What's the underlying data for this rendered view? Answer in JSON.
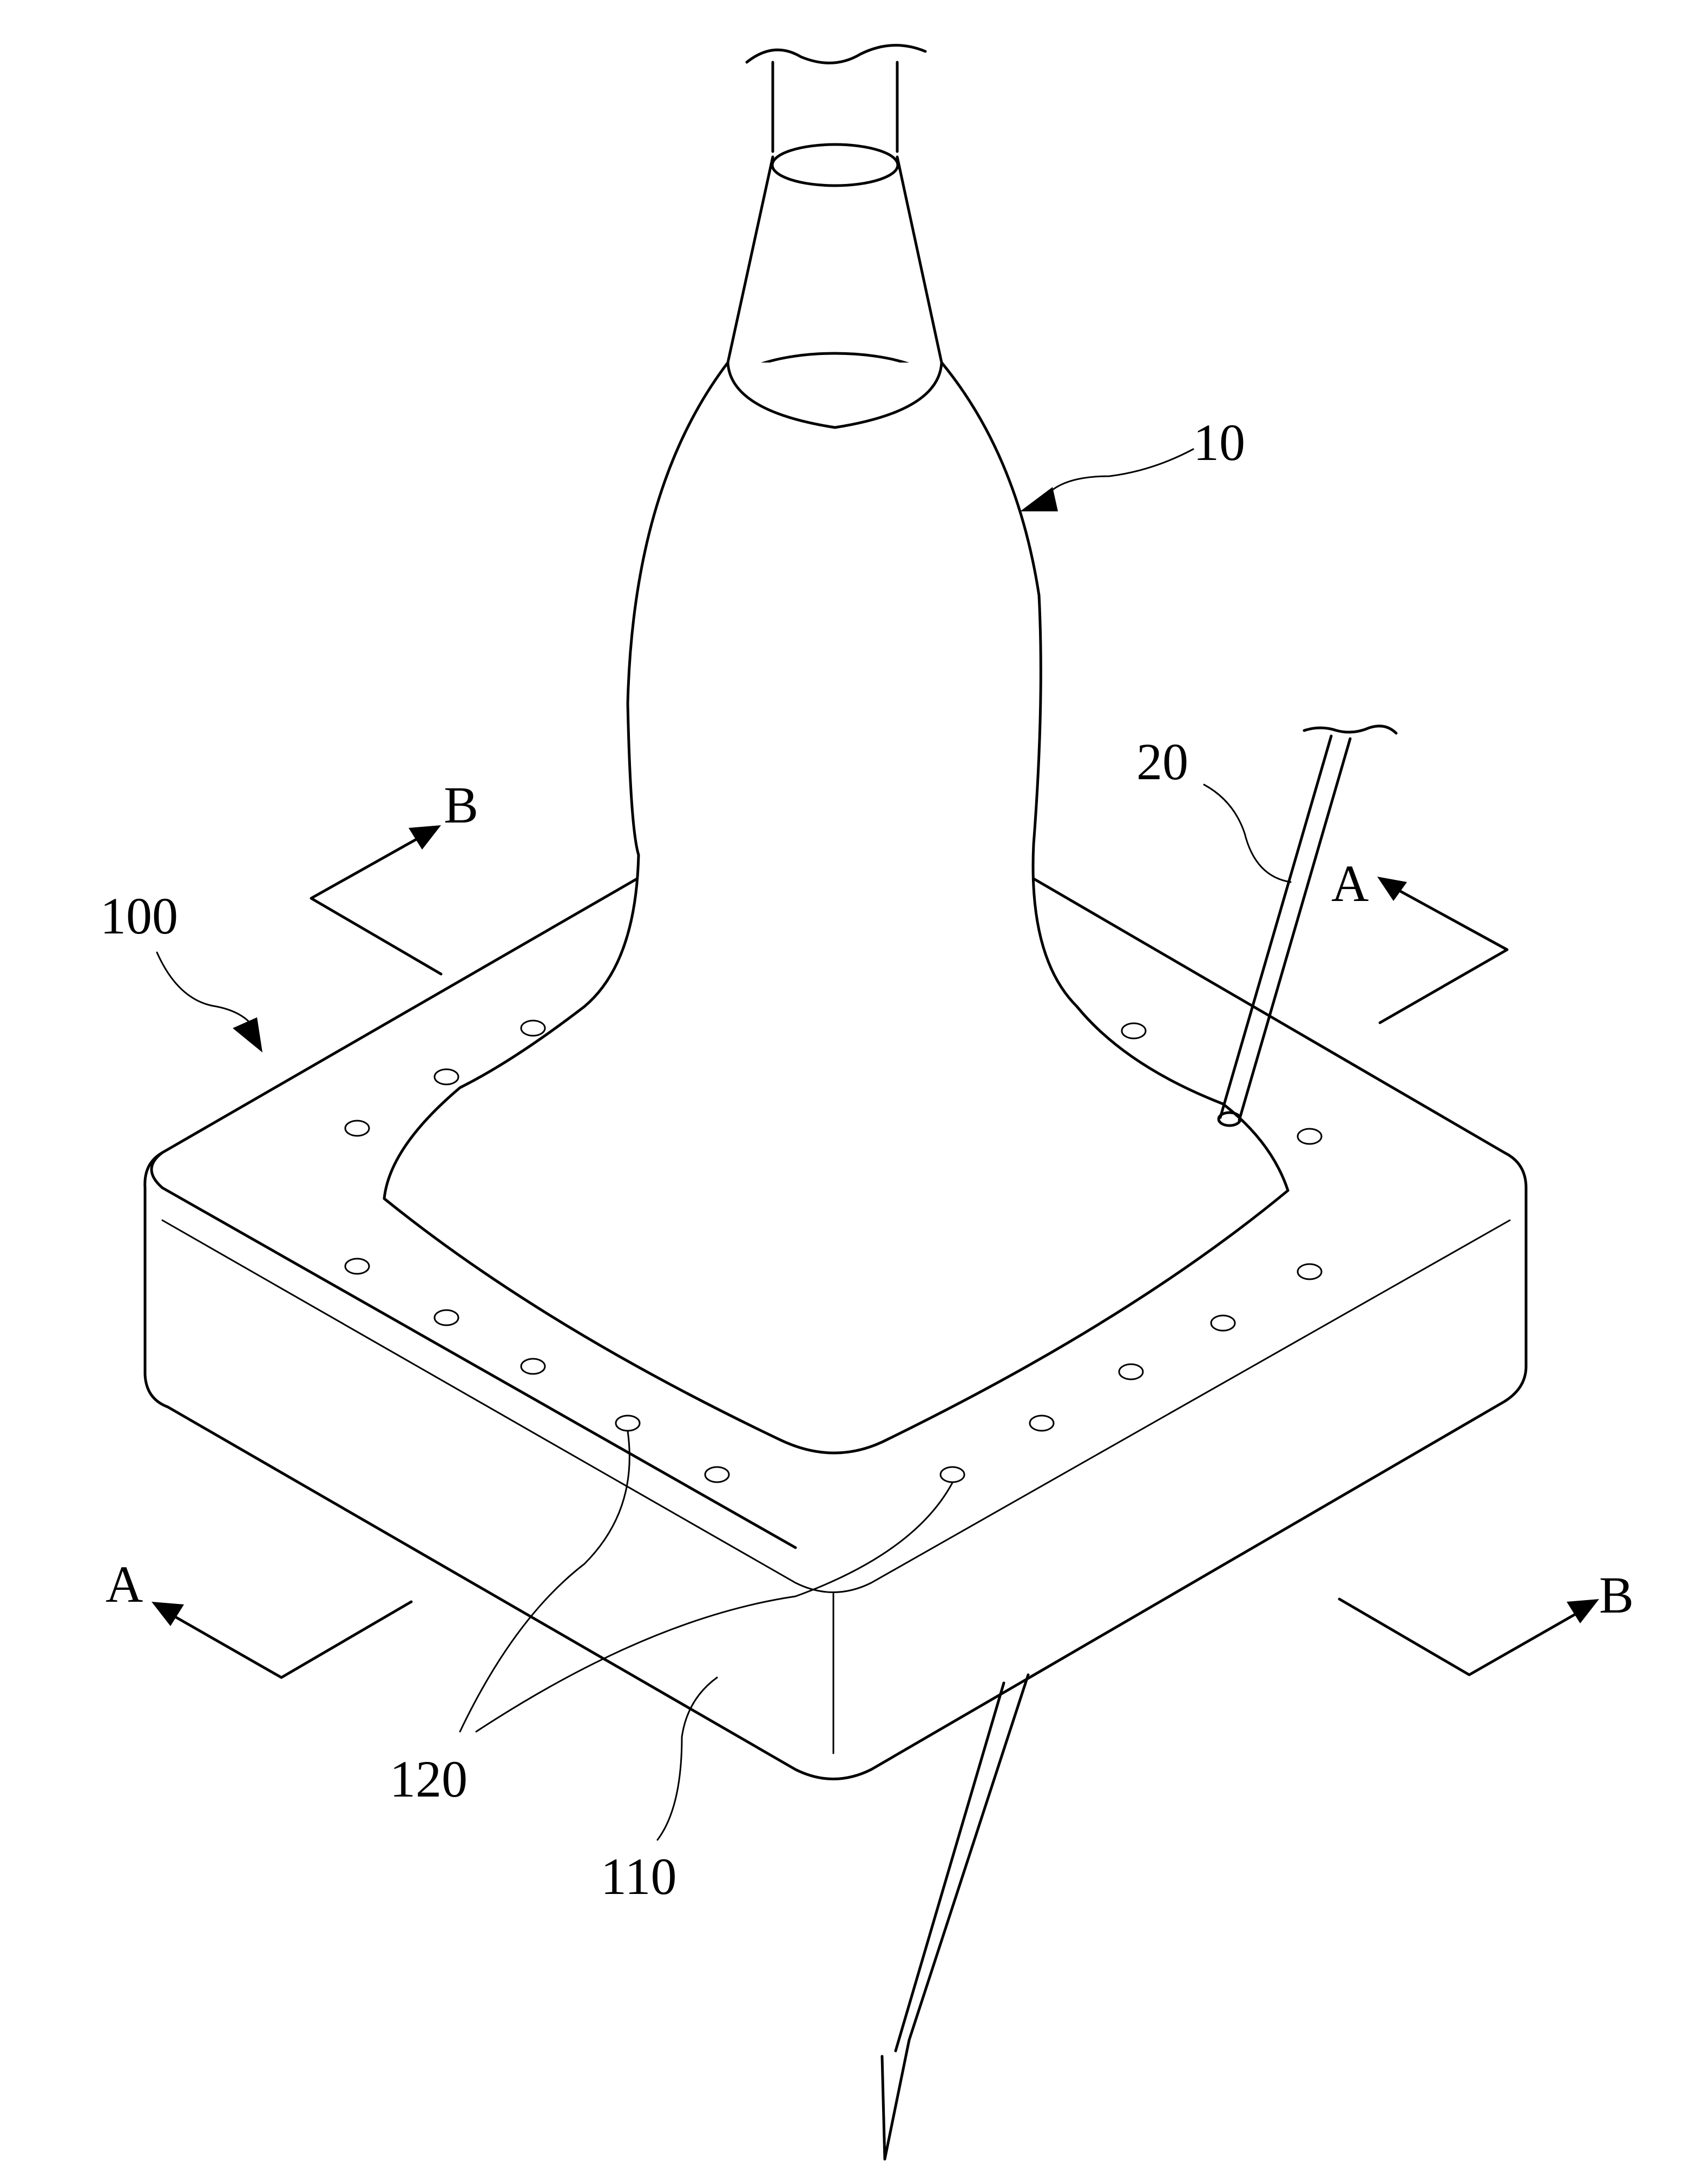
{
  "figure": {
    "labels": {
      "probe": "10",
      "needle": "20",
      "device": "100",
      "base": "110",
      "holes": "120",
      "section_a_left": "A",
      "section_a_right": "A",
      "section_b_left": "B",
      "section_b_right": "B"
    }
  },
  "colors": {
    "line": "#000000",
    "background": "#ffffff"
  }
}
